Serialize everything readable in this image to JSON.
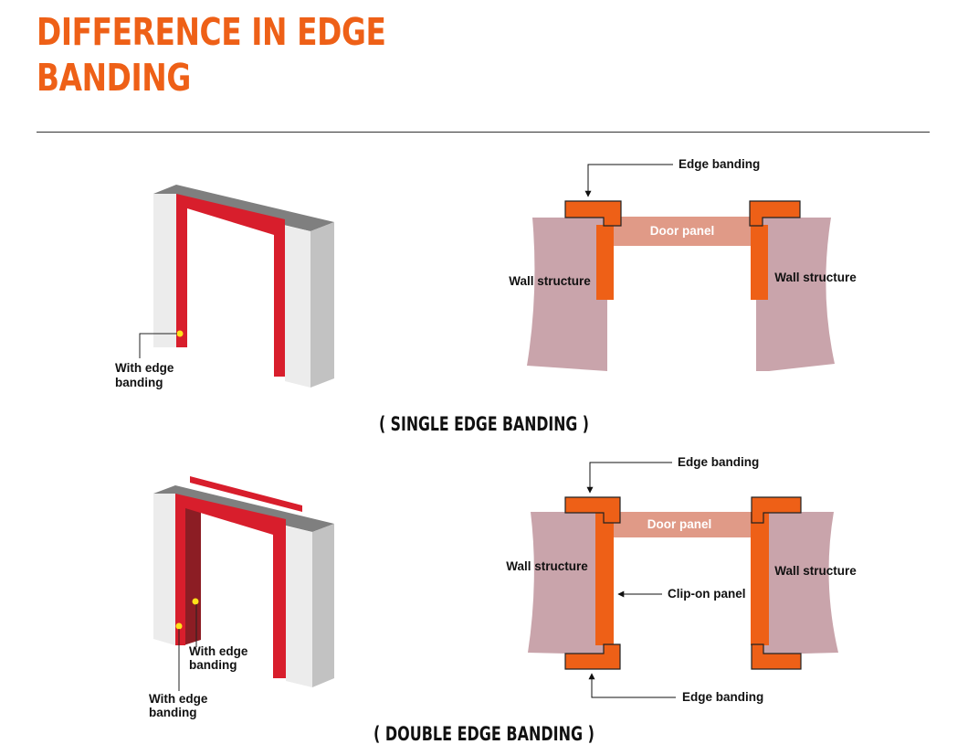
{
  "title": {
    "line1": "DIFFERENCE IN EDGE",
    "line2": "BANDING"
  },
  "single": {
    "caption": "( SINGLE EDGE BANDING )",
    "frame_label_1": "With edge",
    "frame_label_2": "banding",
    "edge_banding": "Edge banding",
    "door_panel": "Door panel",
    "wall_left": "Wall structure",
    "wall_right": "Wall structure"
  },
  "double": {
    "caption": "( DOUBLE EDGE BANDING )",
    "frame_label_a1": "With edge",
    "frame_label_a2": "banding",
    "frame_label_b1": "With edge",
    "frame_label_b2": "banding",
    "edge_banding_top": "Edge banding",
    "edge_banding_bottom": "Edge banding",
    "door_panel": "Door panel",
    "wall_left": "Wall structure",
    "wall_right": "Wall structure",
    "clip_on_panel": "Clip-on panel"
  },
  "colors": {
    "accent_orange": "#ee6017",
    "banding_red": "#d81e2c",
    "dark_red": "#8c1d24",
    "wall_pink": "#c9a4ab",
    "door_panel": "#e09a87",
    "frame_gray": "#7f7f7f",
    "wall_face": "#ececec",
    "wall_side": "#c2c2c2",
    "marker_yellow": "#ffe21a"
  }
}
